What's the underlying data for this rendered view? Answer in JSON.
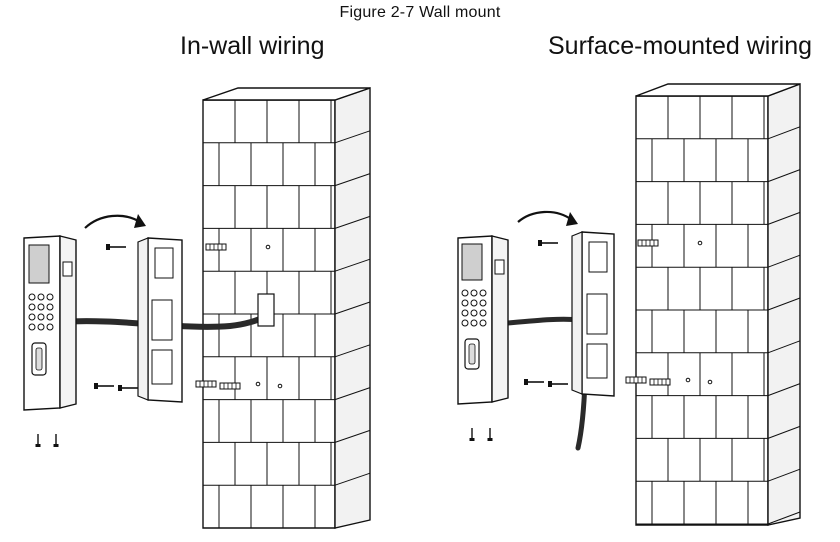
{
  "figure": {
    "caption": "Figure 2-7 Wall mount",
    "panels": [
      {
        "heading": "In-wall wiring"
      },
      {
        "heading": "Surface-mounted wiring"
      }
    ]
  },
  "colors": {
    "line": "#111111",
    "cable": "#2a2a2a",
    "wall_side": "#f2f2f2",
    "device_screen": "#cfcfcf"
  },
  "icons": [
    "curved-arrow-icon",
    "screw-icon",
    "wall-anchor-icon",
    "fingerprint-sensor-icon",
    "card-reader-icon"
  ]
}
